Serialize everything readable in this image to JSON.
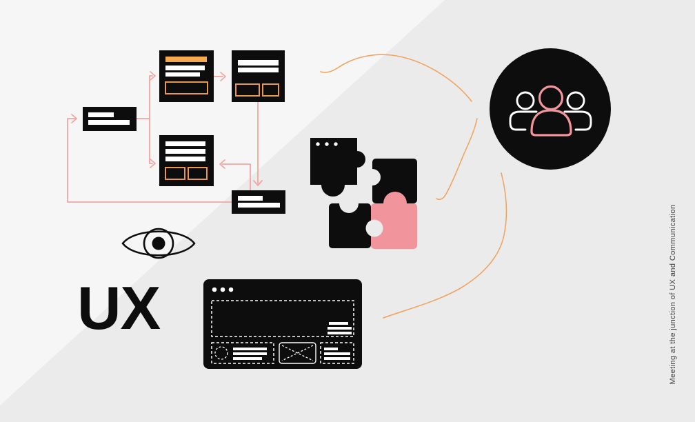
{
  "illustration": {
    "caption_vertical": "Meeting at the junction of UX and Communication",
    "ux_label": "UX",
    "icons": [
      "wireframe-flowchart-icon",
      "eye-icon",
      "ux-label",
      "puzzle-pieces-icon",
      "browser-wireframe-icon",
      "team-circle-icon",
      "orange-connector-curves"
    ],
    "colors": {
      "background": "#ebebeb",
      "background_light": "#f6f6f6",
      "ink": "#0d0d0d",
      "white": "#ffffff",
      "salmon": "#f2949c",
      "salmon_line": "#f2a5a2",
      "orange": "#f5a94e",
      "orange_outline": "#e89a4a",
      "orange_line": "#f0a45f",
      "caption_text": "#3f3f3f"
    }
  }
}
